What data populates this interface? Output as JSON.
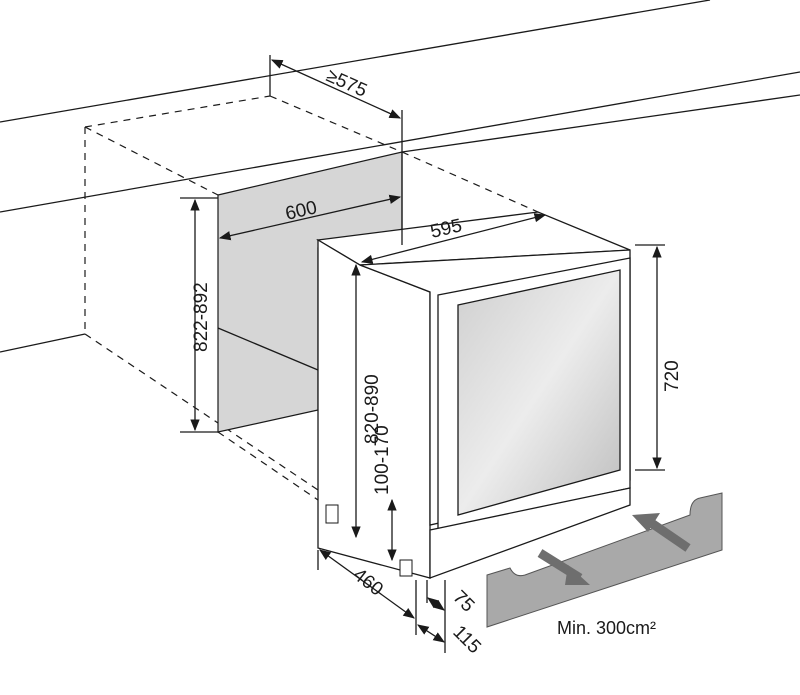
{
  "labels": {
    "depth_min": "≥575",
    "cavity_width": "600",
    "unit_width": "595",
    "cavity_height": "822-892",
    "unit_height": "820-890",
    "door_height": "720",
    "plinth_height": "100-170",
    "unit_depth": "460",
    "plinth_setback": "75",
    "door_offset": "115",
    "ventilation": "Min. 300cm²"
  },
  "colors": {
    "line": "#1a1a1a",
    "cavity_fill": "#d6d6d6",
    "kickplate_fill": "#a9a9a9",
    "arrow": "#6e6e6e"
  }
}
